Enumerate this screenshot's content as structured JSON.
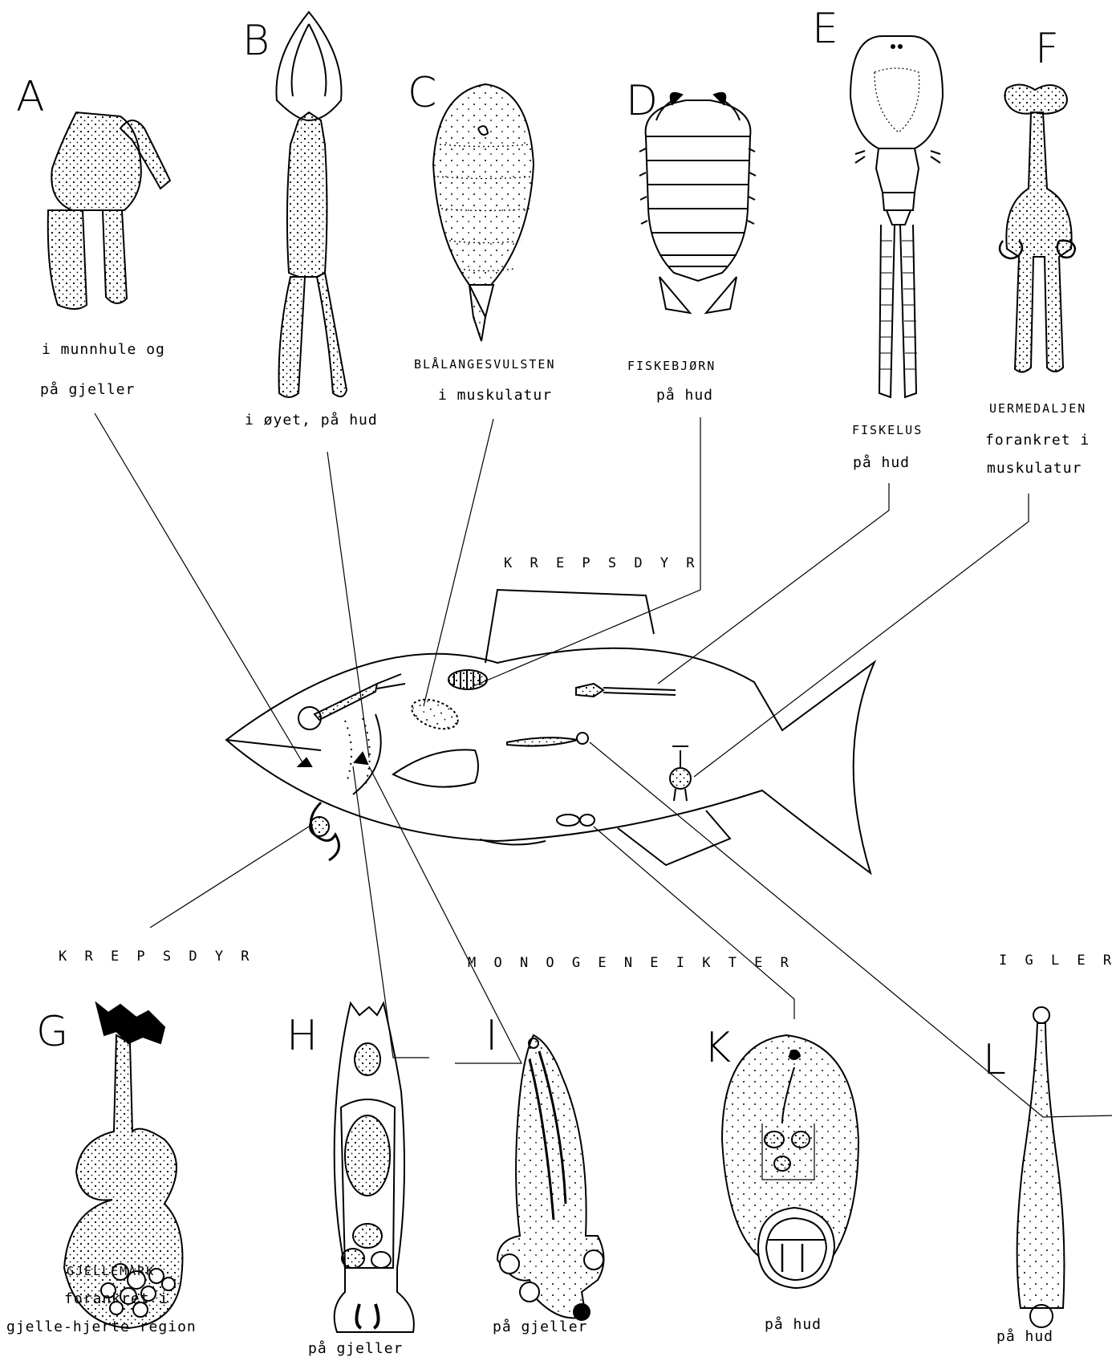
{
  "letters": [
    "A",
    "B",
    "C",
    "D",
    "E",
    "F",
    "G",
    "H",
    "I",
    "K",
    "L"
  ],
  "captions": {
    "A": [
      "i munnhule og",
      "på gjeller"
    ],
    "B": [
      "i øyet, på hud"
    ],
    "C": [
      "BLÅLANGESVULSTEN",
      "i muskulatur"
    ],
    "D": [
      "FISKEBJØRN",
      "på hud"
    ],
    "E": [
      "FISKELUS",
      "på hud"
    ],
    "F": [
      "UERMEDALJEN",
      "forankret i",
      "muskulatur"
    ],
    "G": [
      "GJELLEMARK",
      "forankret i",
      "gjelle-hjerte region"
    ],
    "H": [
      "på gjeller"
    ],
    "I": [
      "på gjeller"
    ],
    "K": [
      "på hud"
    ],
    "L": [
      "på hud"
    ]
  },
  "groups": {
    "krepsdyr_top": "K R E P S D Y R",
    "krepsdyr_left": "K R E P S D Y R",
    "monogene": "M O N O G E N E   I K T E R",
    "igler": "I G L E R"
  }
}
